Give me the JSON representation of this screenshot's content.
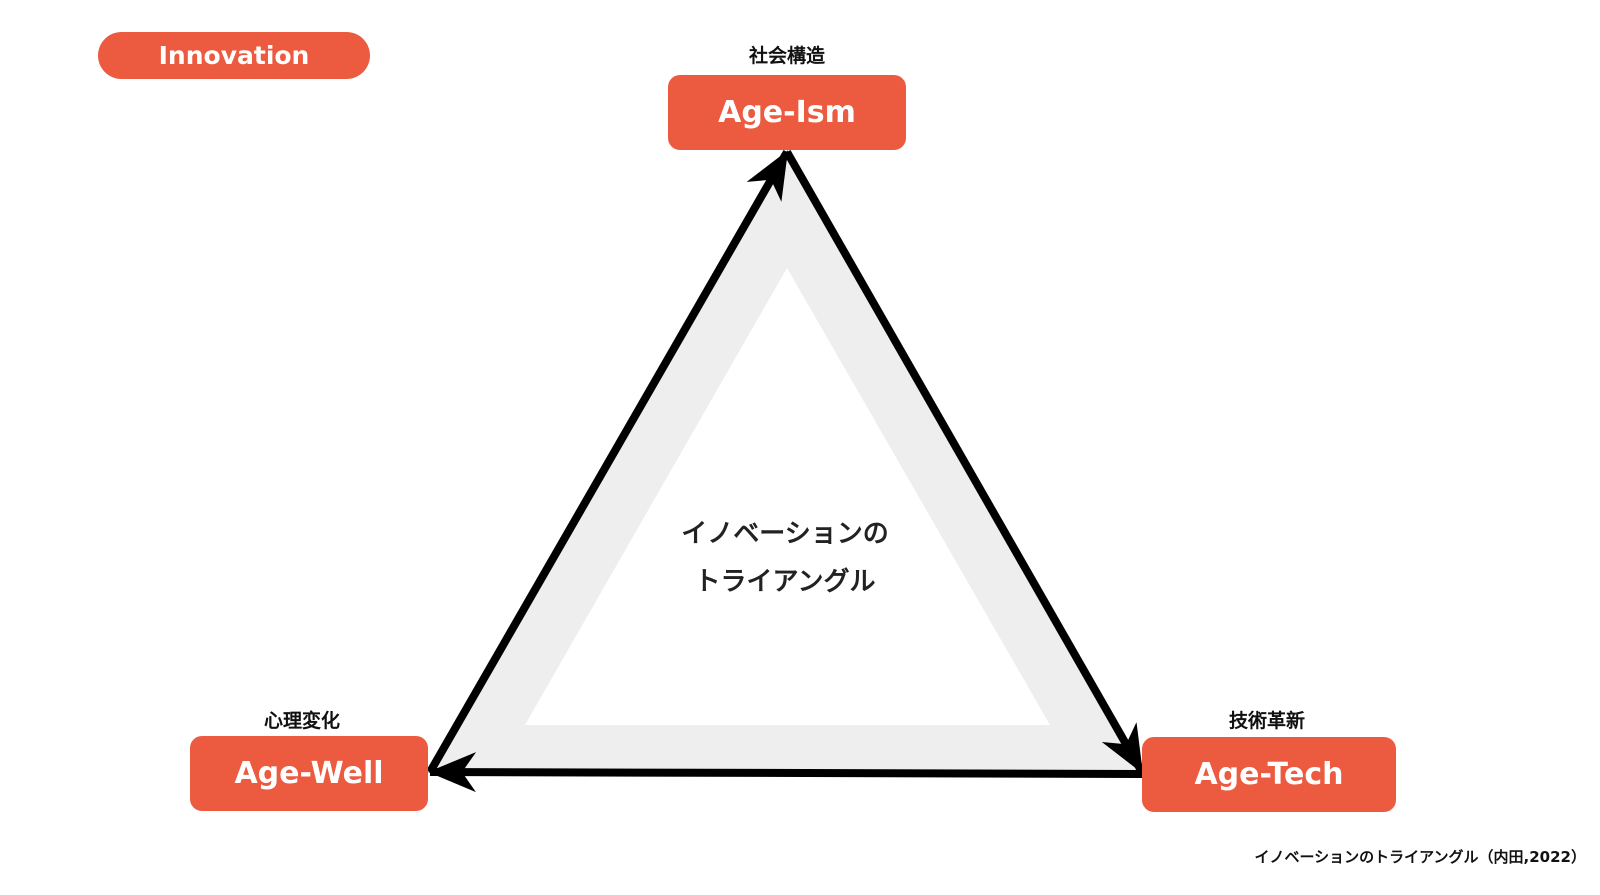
{
  "colors": {
    "accent": "#EC5A3F",
    "band": "#EEEEEE",
    "arrow": "#000000"
  },
  "badge": {
    "label": "Innovation"
  },
  "nodes": {
    "top": {
      "category": "社会構造",
      "label": "Age-Ism"
    },
    "left": {
      "category": "心理変化",
      "label": "Age-Well"
    },
    "right": {
      "category": "技術革新",
      "label": "Age-Tech"
    }
  },
  "center": {
    "line1": "イノベーションの",
    "line2": "トライアングル"
  },
  "citation": "イノベーションのトライアングル（内田,2022）"
}
